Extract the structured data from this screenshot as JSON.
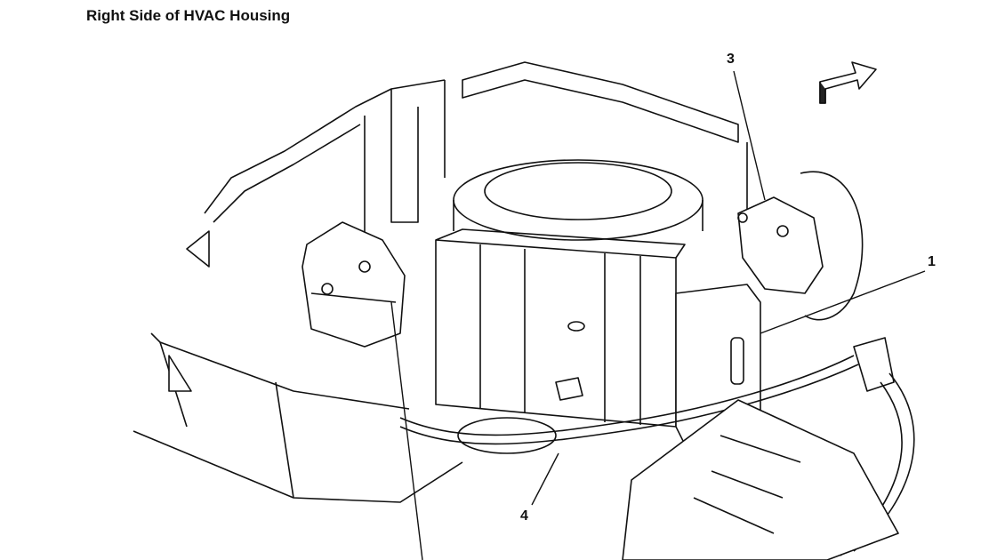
{
  "title": "Right Side of HVAC Housing",
  "callouts": [
    {
      "label": "1"
    },
    {
      "label": "3"
    },
    {
      "label": "4"
    }
  ]
}
